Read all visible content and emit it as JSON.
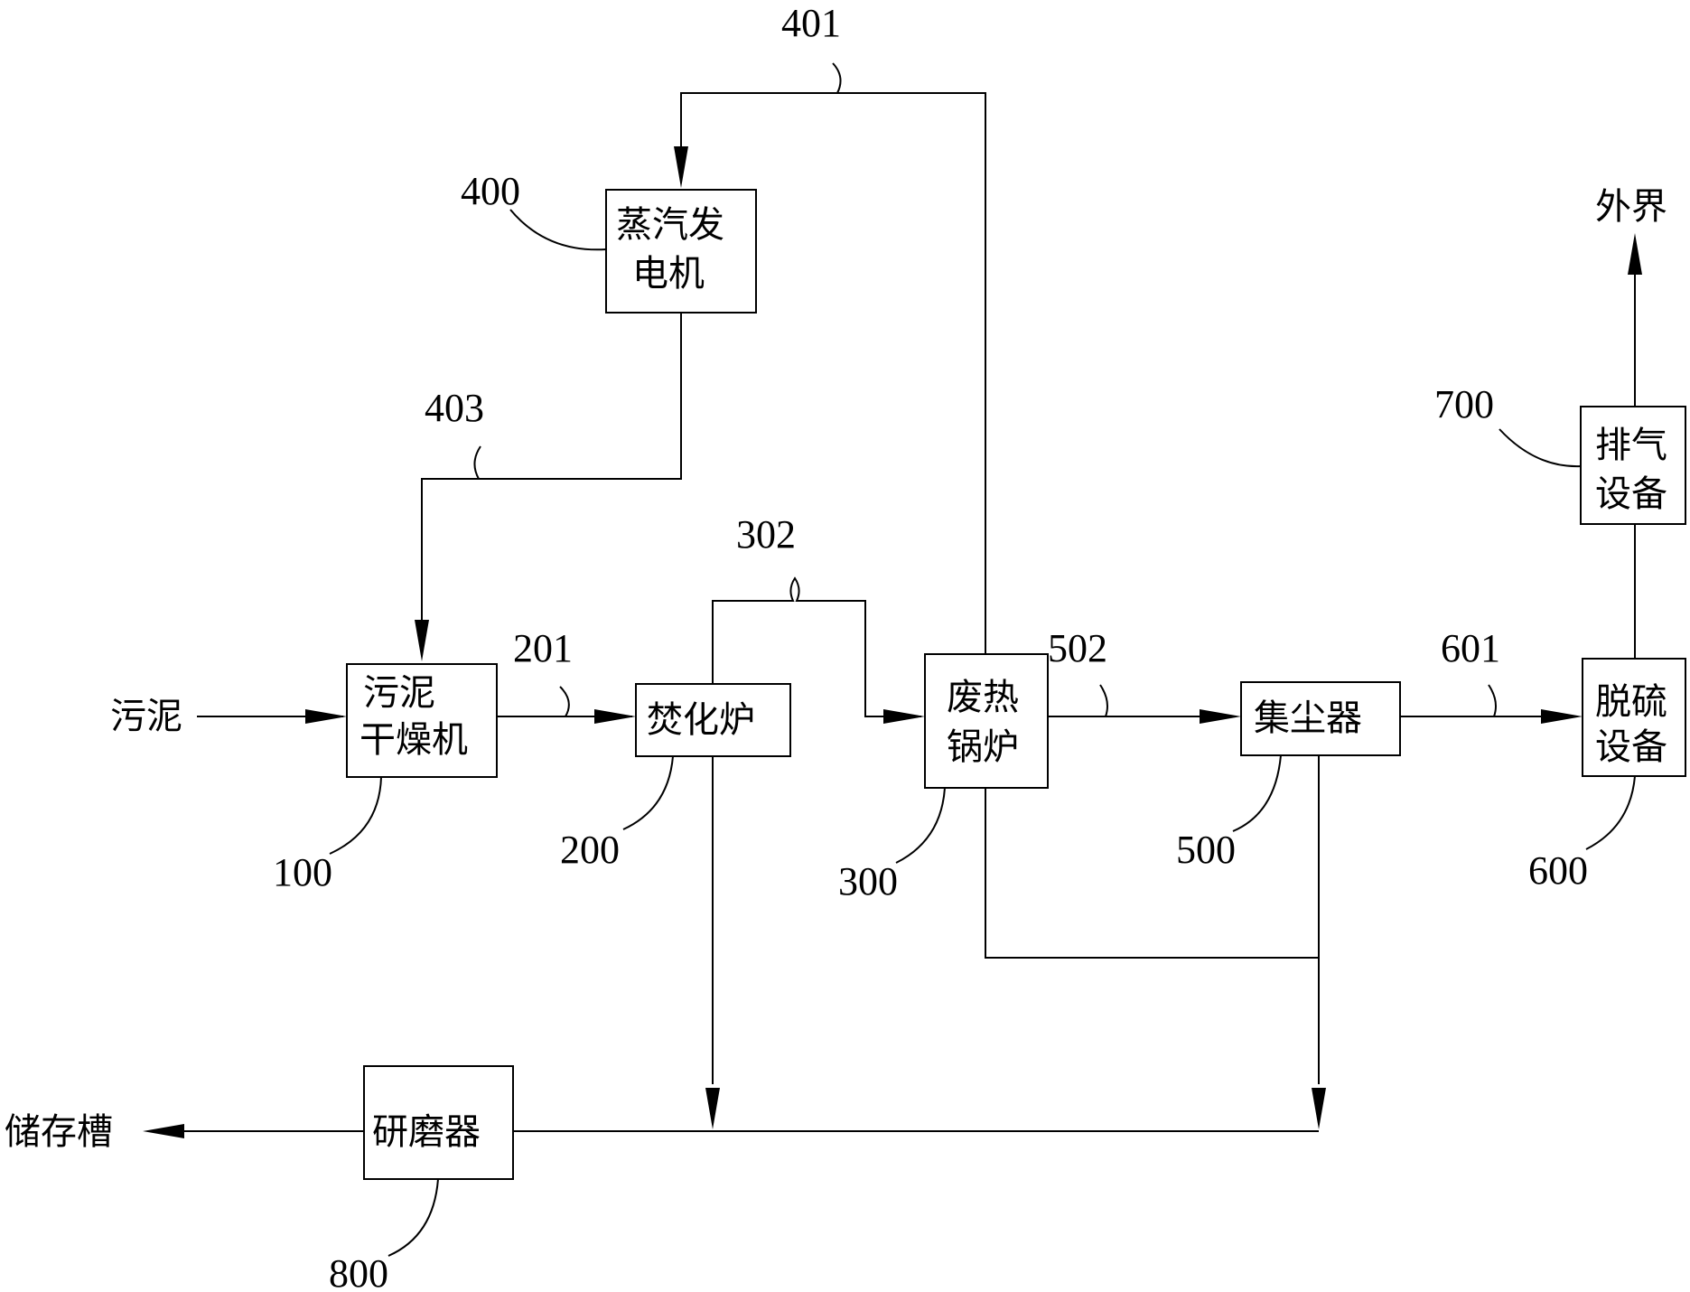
{
  "nodes": {
    "sludge_dryer": {
      "ref": "100",
      "lines": [
        "污泥",
        "干燥机"
      ]
    },
    "incinerator": {
      "ref": "200",
      "lines": [
        "焚化炉"
      ]
    },
    "waste_boiler": {
      "ref": "300",
      "lines": [
        "废热",
        "锅炉"
      ]
    },
    "steam_gen": {
      "ref": "400",
      "lines": [
        "蒸汽发",
        "电机"
      ]
    },
    "dust_collector": {
      "ref": "500",
      "lines": [
        "集尘器"
      ]
    },
    "desulfurizer": {
      "ref": "600",
      "lines": [
        "脱硫",
        "设备"
      ]
    },
    "exhaust": {
      "ref": "700",
      "lines": [
        "排气",
        "设备"
      ]
    },
    "grinder": {
      "ref": "800",
      "lines": [
        "研磨器"
      ]
    }
  },
  "terminals": {
    "sludge_in": "污泥",
    "outside": "外界",
    "storage_tank": "储存槽"
  },
  "pipes": {
    "p201": "201",
    "p302": "302",
    "p401": "401",
    "p403": "403",
    "p502": "502",
    "p601": "601"
  }
}
